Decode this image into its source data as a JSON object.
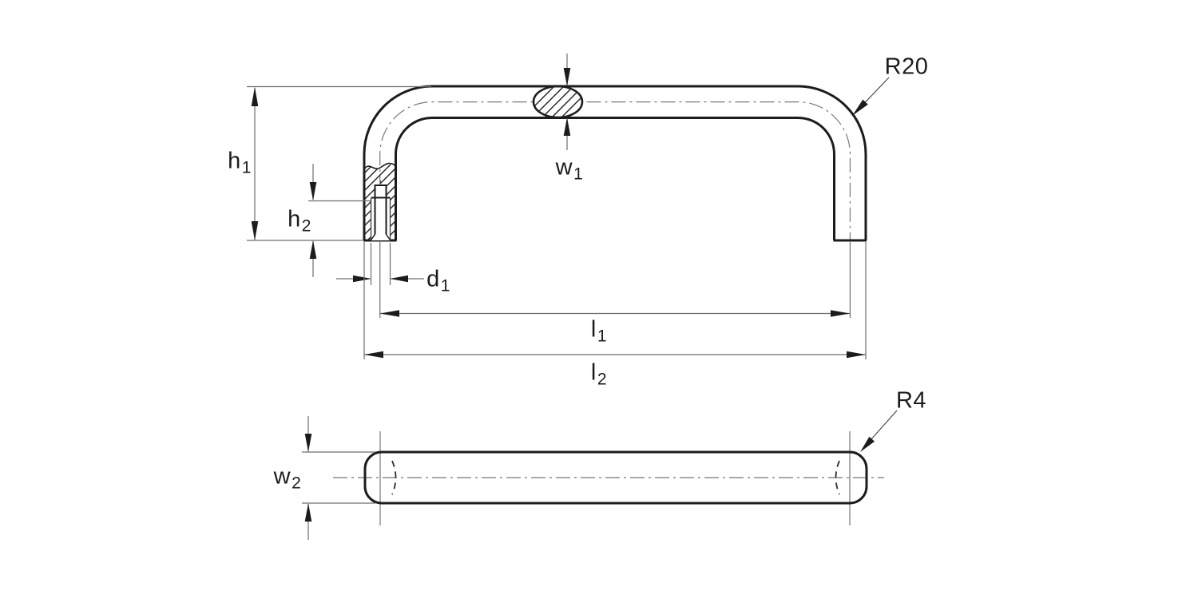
{
  "drawing": {
    "front_view": {
      "h1": {
        "base": "h",
        "sub": "1"
      },
      "h2": {
        "base": "h",
        "sub": "2"
      },
      "w1": {
        "base": "w",
        "sub": "1"
      },
      "d1": {
        "base": "d",
        "sub": "1"
      },
      "l1": {
        "base": "l",
        "sub": "1"
      },
      "l2": {
        "base": "l",
        "sub": "2"
      },
      "bend_radius": "R20"
    },
    "bottom_view": {
      "w2": {
        "base": "w",
        "sub": "2"
      },
      "end_radius": "R4"
    },
    "colors": {
      "outline": "#1c1c1c",
      "dimension_lines": "#6e6e6e",
      "background": "#ffffff"
    }
  }
}
